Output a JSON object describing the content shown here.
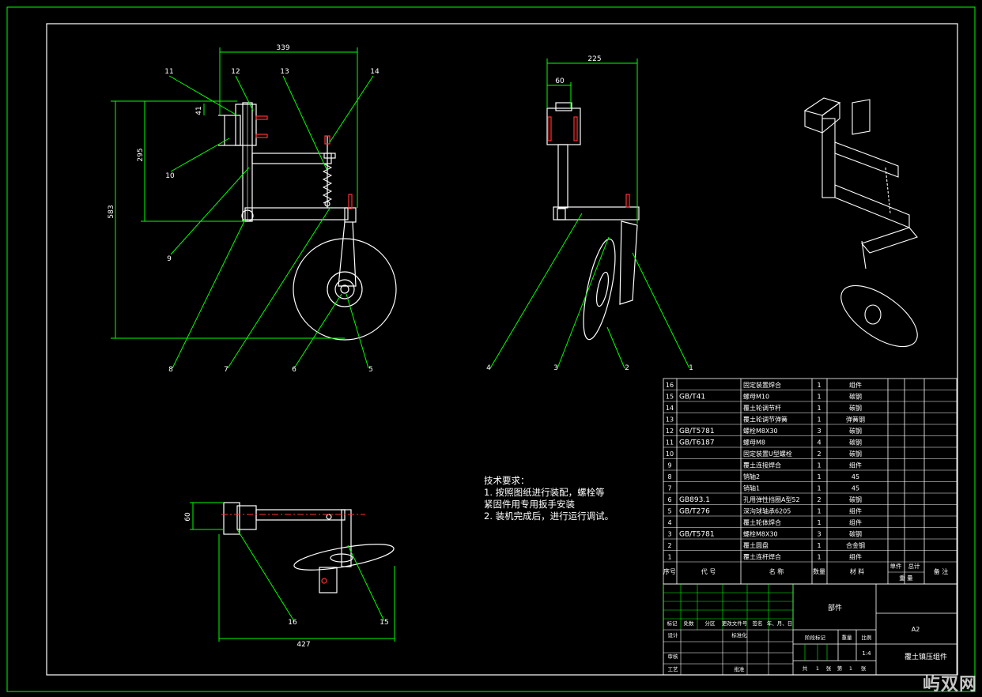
{
  "drawing": {
    "title": "覆土镇压组件",
    "sheet_size": "A2",
    "assembly_label": "部件",
    "scale": "1:4",
    "total_sheets": "1",
    "sheet_no": "1"
  },
  "dimensions": {
    "front_width": "339",
    "front_41": "41",
    "front_295": "295",
    "front_583": "583",
    "side_225": "225",
    "side_60": "60",
    "top_60": "60",
    "top_427": "427"
  },
  "balloons": {
    "front": [
      "11",
      "12",
      "13",
      "14",
      "10",
      "9",
      "8",
      "7",
      "6",
      "5"
    ],
    "side": [
      "4",
      "3",
      "2",
      "1"
    ],
    "top": [
      "16",
      "15"
    ]
  },
  "tech_requirements": {
    "title": "技术要求：",
    "line1": "1. 按照图纸进行装配，螺栓等",
    "line2": "紧固件用专用扳手安装",
    "line3": "2. 装机完成后，进行运行调试。"
  },
  "bom": {
    "headers": {
      "no": "序号",
      "code": "代  号",
      "name": "名  称",
      "qty": "数量",
      "material": "材  料",
      "unit": "单件",
      "total": "总计",
      "weight": "重  量",
      "remark": "备  注"
    },
    "rows": [
      {
        "no": "16",
        "code": "",
        "name": "固定装置焊合",
        "qty": "1",
        "material": "组件"
      },
      {
        "no": "15",
        "code": "GB/T41",
        "name": "螺母M10",
        "qty": "1",
        "material": "碳钢"
      },
      {
        "no": "14",
        "code": "",
        "name": "覆土轮调节杆",
        "qty": "1",
        "material": "碳钢"
      },
      {
        "no": "13",
        "code": "",
        "name": "覆土轮调节弹簧",
        "qty": "1",
        "material": "弹簧钢"
      },
      {
        "no": "12",
        "code": "GB/T5781",
        "name": "螺栓M8X30",
        "qty": "3",
        "material": "碳钢"
      },
      {
        "no": "11",
        "code": "GB/T6187",
        "name": "螺母M8",
        "qty": "4",
        "material": "碳钢"
      },
      {
        "no": "10",
        "code": "",
        "name": "固定装置U型螺栓",
        "qty": "2",
        "material": "碳钢"
      },
      {
        "no": "9",
        "code": "",
        "name": "覆土连接焊合",
        "qty": "1",
        "material": "组件"
      },
      {
        "no": "8",
        "code": "",
        "name": "销轴2",
        "qty": "1",
        "material": "45"
      },
      {
        "no": "7",
        "code": "",
        "name": "销轴1",
        "qty": "1",
        "material": "45"
      },
      {
        "no": "6",
        "code": "GB893.1",
        "name": "孔用弹性挡圈A型52",
        "qty": "2",
        "material": "碳钢"
      },
      {
        "no": "5",
        "code": "GB/T276",
        "name": "深沟球轴承6205",
        "qty": "1",
        "material": "组件"
      },
      {
        "no": "4",
        "code": "",
        "name": "覆土轮体焊合",
        "qty": "1",
        "material": "组件"
      },
      {
        "no": "3",
        "code": "GB/T5781",
        "name": "螺栓M8X30",
        "qty": "3",
        "material": "碳钢"
      },
      {
        "no": "2",
        "code": "",
        "name": "覆土圆盘",
        "qty": "1",
        "material": "合金钢"
      },
      {
        "no": "1",
        "code": "",
        "name": "覆土连杆焊合",
        "qty": "1",
        "material": "组件"
      }
    ]
  },
  "title_block": {
    "mark": "标记",
    "count": "处数",
    "zone": "分区",
    "change_doc": "更改文件号",
    "sign": "签名",
    "date": "年、月、日",
    "design": "设计",
    "standard": "标准化",
    "stage_mark": "阶段标记",
    "weight": "重量",
    "scale_label": "比例",
    "review": "审核",
    "process": "工艺",
    "approve": "批准",
    "total_label": "共",
    "sheets_label": "张",
    "sheet_label": "第",
    "page_label": "张"
  },
  "watermark": "屿双网",
  "colors": {
    "background": "#000000",
    "frame": "#00ff00",
    "geometry": "#ffffff",
    "leader": "#00ff00",
    "centerline": "#ff3030",
    "red_hole": "#ff2020"
  }
}
